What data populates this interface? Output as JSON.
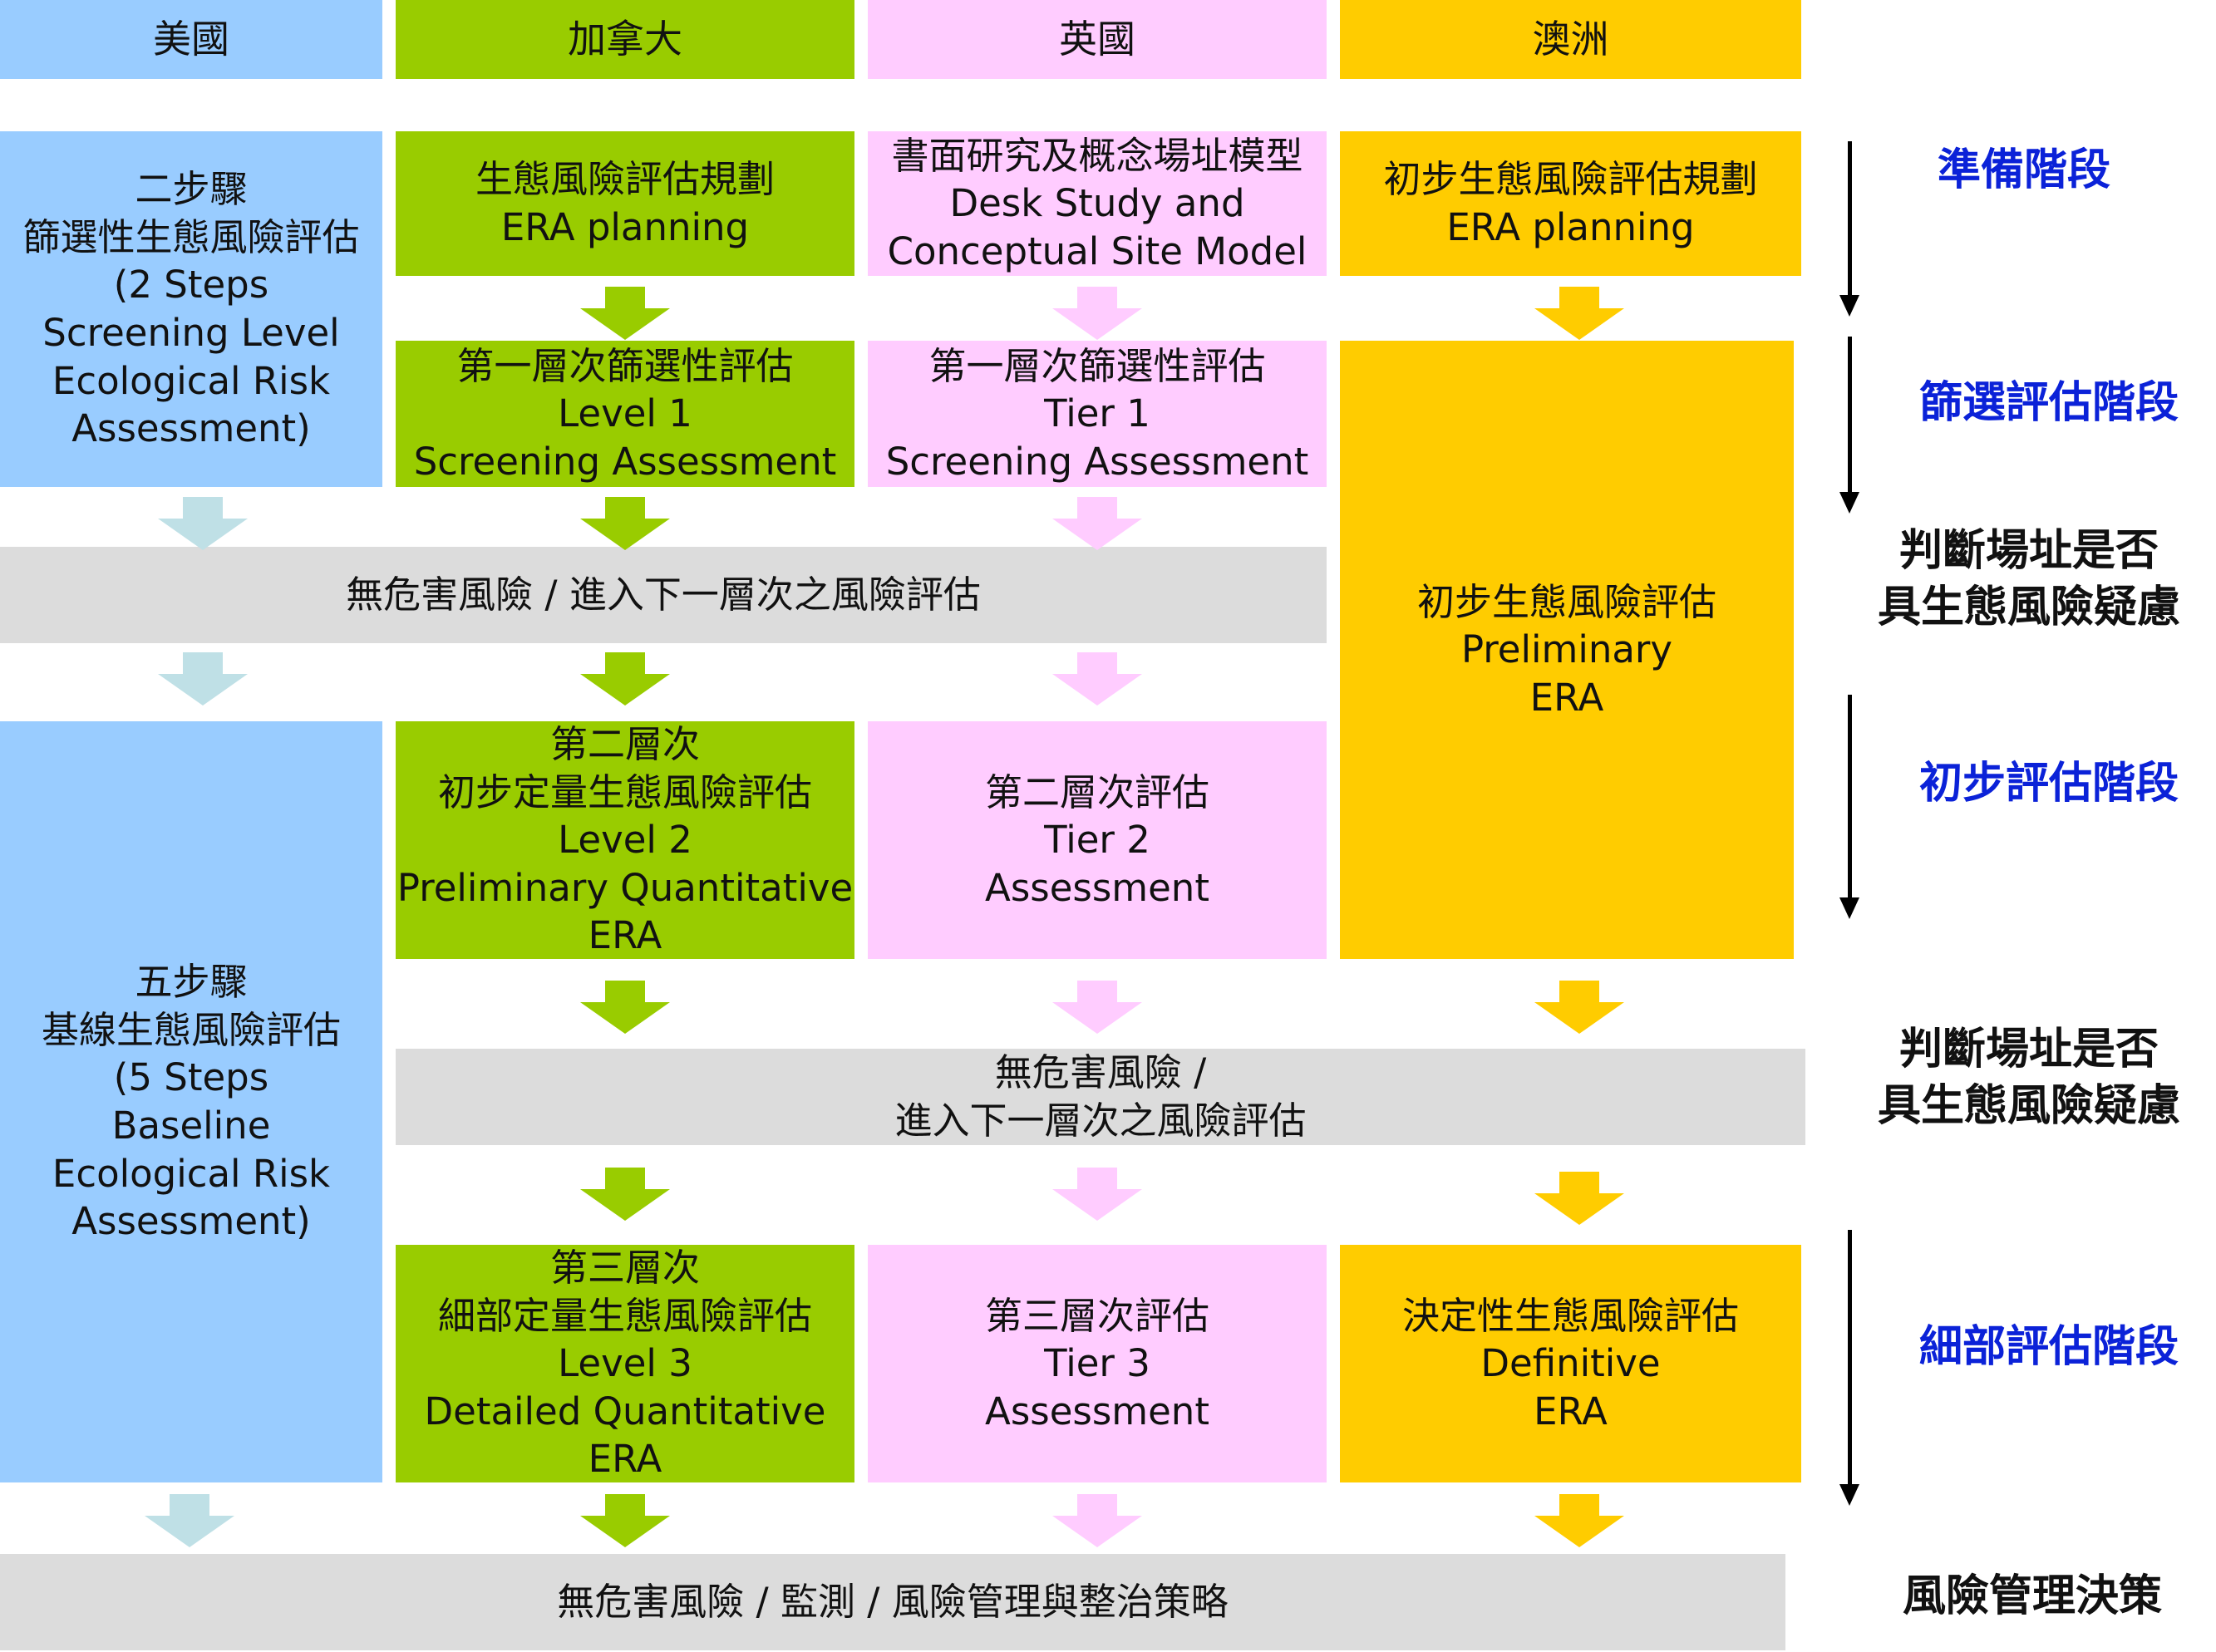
{
  "headers": {
    "us": "美國",
    "ca": "加拿大",
    "uk": "英國",
    "au": "澳洲"
  },
  "us": {
    "screening": [
      "二步驟",
      "篩選性生態風險評估",
      "(2 Steps",
      "Screening Level",
      "Ecological Risk",
      "Assessment)"
    ],
    "baseline": [
      "五步驟",
      "基線生態風險評估",
      "(5 Steps",
      "Baseline",
      "Ecological Risk",
      "Assessment)"
    ]
  },
  "ca": {
    "planning": [
      "生態風險評估規劃",
      "ERA planning"
    ],
    "level1": [
      "第一層次篩選性評估",
      "Level 1",
      "Screening Assessment"
    ],
    "level2": [
      "第二層次",
      "初步定量生態風險評估",
      "Level 2",
      "Preliminary Quantitative",
      "ERA"
    ],
    "level3": [
      "第三層次",
      "細部定量生態風險評估",
      "Level 3",
      "Detailed Quantitative",
      "ERA"
    ]
  },
  "uk": {
    "desk": [
      "書面研究及概念場址模型",
      "Desk Study and",
      "Conceptual Site Model"
    ],
    "tier1": [
      "第一層次篩選性評估",
      "Tier 1",
      "Screening Assessment"
    ],
    "tier2": [
      "第二層次評估",
      "Tier 2",
      "Assessment"
    ],
    "tier3": [
      "第三層次評估",
      "Tier 3",
      "Assessment"
    ]
  },
  "au": {
    "planning": [
      "初步生態風險評估規劃",
      "ERA planning"
    ],
    "preliminary": [
      "初步生態風險評估",
      "Preliminary",
      "ERA"
    ],
    "definitive": [
      "決定性生態風險評估",
      "Definitive",
      "ERA"
    ]
  },
  "bars": {
    "decision1": "無危害風險 / 進入下一層次之風險評估",
    "decision2": [
      "無危害風險 /",
      "進入下一層次之風險評估"
    ],
    "final": "無危害風險 / 監測 / 風險管理與整治策略"
  },
  "stages": {
    "prep": "準備階段",
    "screen": "篩選評估階段",
    "judge1": [
      "判斷場址是否",
      "具生態風險疑慮"
    ],
    "prelim": "初步評估階段",
    "judge2": [
      "判斷場址是否",
      "具生態風險疑慮"
    ],
    "detail": "細部評估階段",
    "mgmt": "風險管理決策"
  },
  "colors": {
    "us": "#99ccff",
    "ca": "#99cc00",
    "uk": "#ffccff",
    "au": "#ffcc00",
    "gray": "#dcdcdc",
    "us_arrow": "#bfe0e6",
    "stage_blue": "#0b22d8"
  }
}
